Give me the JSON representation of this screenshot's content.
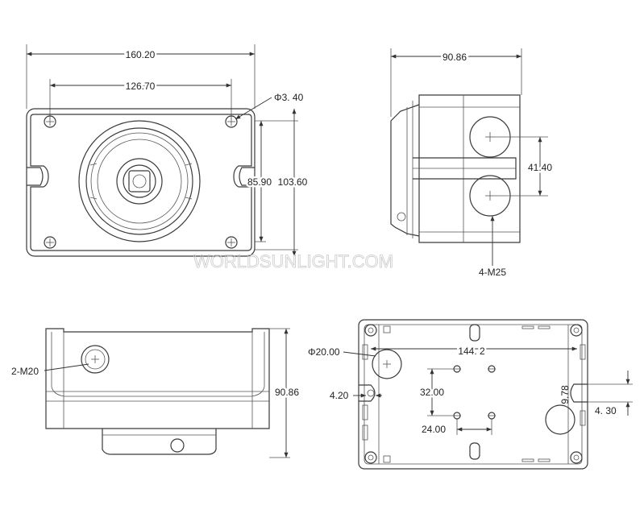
{
  "watermark": "WORLDSUNLIGHT.COM",
  "front_view": {
    "overall_width": "160.20",
    "hole_spacing": "126.70",
    "hole_diameter": "Φ3. 40",
    "inner_height": "85.90",
    "overall_height": "103.60"
  },
  "side_view": {
    "depth": "90.86",
    "gland_spacing": "41.40",
    "gland_label": "4-M25"
  },
  "bottom_view": {
    "gland_label": "2-M20",
    "height": "90.86"
  },
  "back_view": {
    "hole_dia": "Φ20.00",
    "inner_width": "144. 2",
    "slot_width": "4.20",
    "hole_vspacing": "32.00",
    "hole_hspacing": "24.00",
    "slot_label": "9.78",
    "side_slot": "4. 30"
  }
}
